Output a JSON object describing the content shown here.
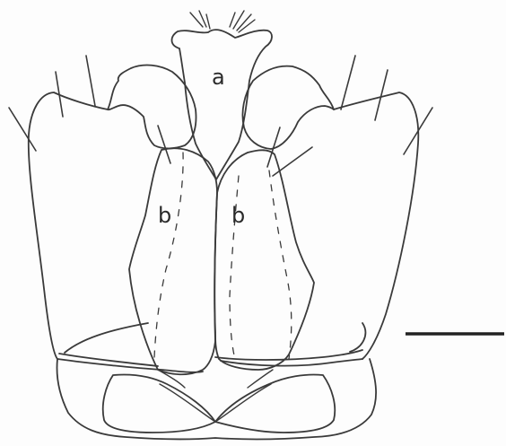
{
  "figure": {
    "labels": {
      "median_plate": "a",
      "left_paramere": "b",
      "right_paramere": "b"
    },
    "colors": {
      "line": "#3a3a3a",
      "background": "#fdfdfd",
      "scale_bar": "#222222"
    }
  }
}
